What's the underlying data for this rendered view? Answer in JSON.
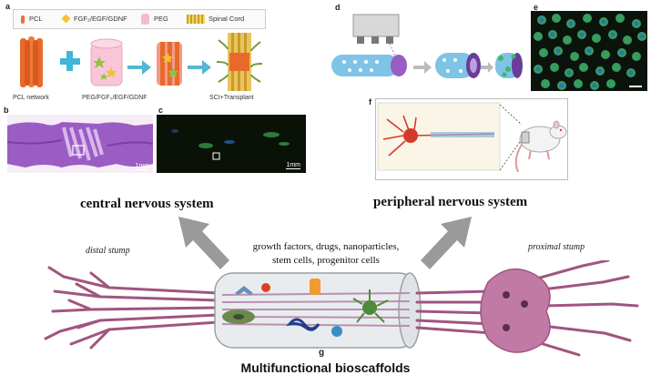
{
  "panel_a": {
    "letter": "a",
    "legend": [
      "PCL",
      "FGF₂/EGF/GDNF",
      "PEG",
      "Spinal Cord"
    ],
    "labels": [
      "PCL network",
      "PEG/FGF₂/EGF/GDNF",
      "SCI+Transplant"
    ]
  },
  "panel_b": {
    "letter": "b",
    "scale": "1mm"
  },
  "panel_c": {
    "letter": "c",
    "scale": "1mm"
  },
  "panel_d": {
    "letter": "d"
  },
  "panel_e": {
    "letter": "e"
  },
  "panel_f": {
    "letter": "f"
  },
  "panel_g": {
    "letter": "g"
  },
  "headings": {
    "central": "central nervous system",
    "peripheral": "peripheral nervous system"
  },
  "stumps": {
    "distal": "distal stump",
    "proximal": "proximal stump"
  },
  "center_text": {
    "line1": "growth factors, drugs, nanoparticles,",
    "line2": "stem cells, progenitor cells"
  },
  "bottom_title": "Multifunctional bioscaffolds",
  "colors": {
    "neuron": "#a0557f",
    "arrow": "#9a9a9a",
    "he_stain": "#9b5cc4",
    "fluor_bg": "#0a1208",
    "cell_green": "#3fb56b"
  }
}
